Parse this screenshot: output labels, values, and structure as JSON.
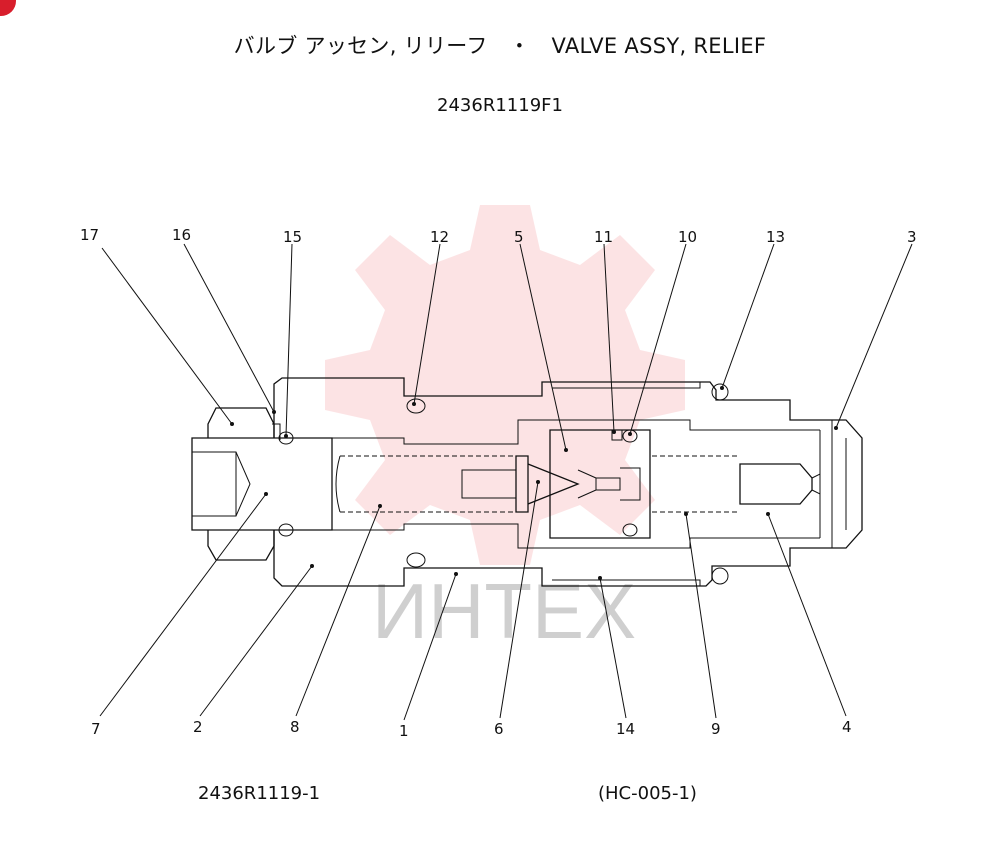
{
  "header": {
    "title": "バルブ アッセン, リリーフ　・　VALVE ASSY, RELIEF",
    "part_number": "2436R1119F1"
  },
  "footer": {
    "drawing_number": "2436R1119-1",
    "reference": "(HC-005-1)"
  },
  "watermark": {
    "text": "ИНТЕХ",
    "color": "#e8262d"
  },
  "callouts": {
    "c1": "1",
    "c2": "2",
    "c3": "3",
    "c4": "4",
    "c5": "5",
    "c6": "6",
    "c7": "7",
    "c8": "8",
    "c9": "9",
    "c10": "10",
    "c11": "11",
    "c12": "12",
    "c13": "13",
    "c14": "14",
    "c15": "15",
    "c16": "16",
    "c17": "17"
  }
}
